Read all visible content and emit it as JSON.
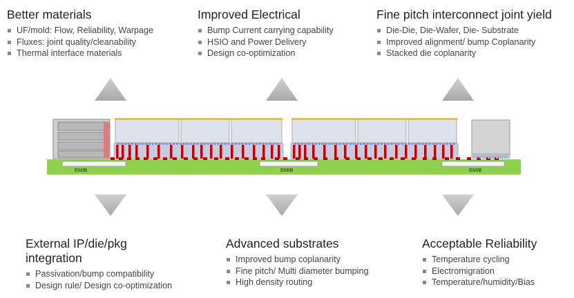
{
  "blocks": {
    "top_left": {
      "title": "Better materials",
      "items": [
        "UF/mold: Flow, Reliability, Warpage",
        "Fluxes: joint quality/cleanability",
        "Thermal interface materials"
      ]
    },
    "top_center": {
      "title": "Improved Electrical",
      "items": [
        "Bump Current carrying capability",
        "HSIO and Power Delivery",
        "Design co-optimization"
      ]
    },
    "top_right": {
      "title": "Fine pitch interconnect joint yield",
      "items": [
        "Die-Die, Die-Wafer, Die- Substrate",
        "Improved alignment/ bump Coplanarity",
        "Stacked die coplanarity"
      ]
    },
    "bottom_left": {
      "title": "External IP/die/pkg integration",
      "items": [
        "Passivation/bump compatibility",
        "Design rule/ Design co-optimization"
      ]
    },
    "bottom_center": {
      "title": "Advanced substrates",
      "items": [
        "Improved bump coplanarity",
        "Fine pitch/ Multi diameter bumping",
        "High density routing"
      ]
    },
    "bottom_right": {
      "title": "Acceptable Reliability",
      "items": [
        "Temperature cycling",
        "Electromigration",
        "Temperature/humidity/Bias"
      ]
    }
  },
  "emib_labels": [
    "EMIB",
    "EMIB",
    "EMIB"
  ],
  "colors": {
    "substrate": "#8ed14f",
    "bump": "#c00000",
    "arrow": "#bfbfbf",
    "die_top": "#f2b705",
    "die_fill": "#d9dde8"
  }
}
